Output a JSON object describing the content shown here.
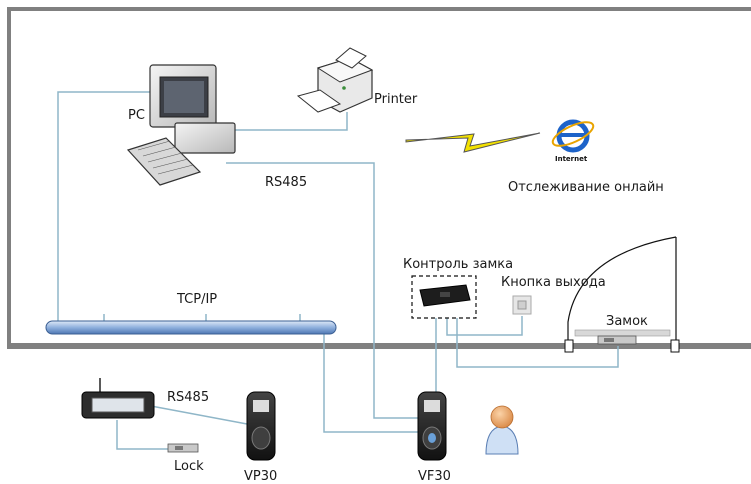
{
  "labels": {
    "pc": "PC",
    "printer": "Printer",
    "rs485_top": "RS485",
    "internet_online": "Отслеживание онлайн",
    "internet_icon_text": "Internet",
    "tcpip": "TCP/IP",
    "lock_control": "Контроль замка",
    "exit_button": "Кнопка выхода",
    "lock_door": "Замок",
    "rs485_bottom": "RS485",
    "lock_bottom": "Lock",
    "device_left": "VP30",
    "device_right": "VF30"
  },
  "colors": {
    "wall": "#7f7f7f",
    "wire": "#8fb6c8",
    "bus": "#6b93c8",
    "lightning_yellow": "#f2e000",
    "internet_blue": "#1d63c9",
    "person": "#e7a86b"
  },
  "icons": [
    "computer-icon",
    "printer-icon",
    "internet-icon",
    "lightning-icon",
    "controller-icon",
    "exit-button-icon",
    "door-icon",
    "magnetic-lock-icon",
    "radio-controller-icon",
    "terminal-icon",
    "user-icon"
  ]
}
